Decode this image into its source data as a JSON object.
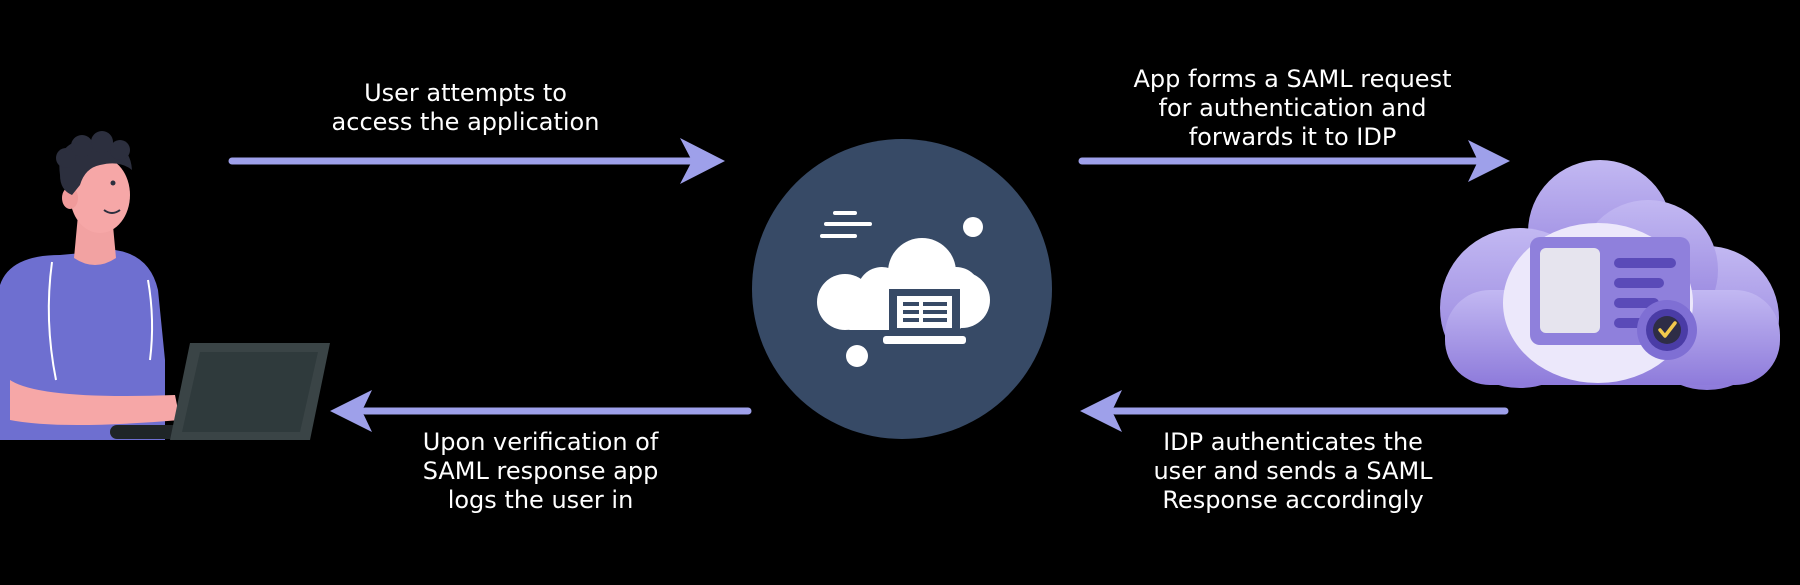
{
  "colors": {
    "background": "#000000",
    "arrow": "#9ea0ea",
    "text": "#ffffff",
    "app_circle": "#374a66",
    "cloud_purple": "#a99ae8"
  },
  "steps": [
    {
      "lines": [
        "User attempts to",
        "access the application"
      ],
      "direction": "right"
    },
    {
      "lines": [
        "App forms a SAML request",
        "for authentication and",
        "forwards it to IDP"
      ],
      "direction": "right"
    },
    {
      "lines": [
        "IDP authenticates the",
        "user and sends a SAML",
        "Response accordingly"
      ],
      "direction": "left"
    },
    {
      "lines": [
        "Upon verification of",
        "SAML response app",
        "logs the user in"
      ],
      "direction": "left"
    }
  ],
  "nodes": {
    "user": {
      "icon": "user-with-laptop-icon"
    },
    "app": {
      "icon": "cloud-application-icon"
    },
    "idp": {
      "icon": "identity-provider-cloud-icon"
    }
  }
}
